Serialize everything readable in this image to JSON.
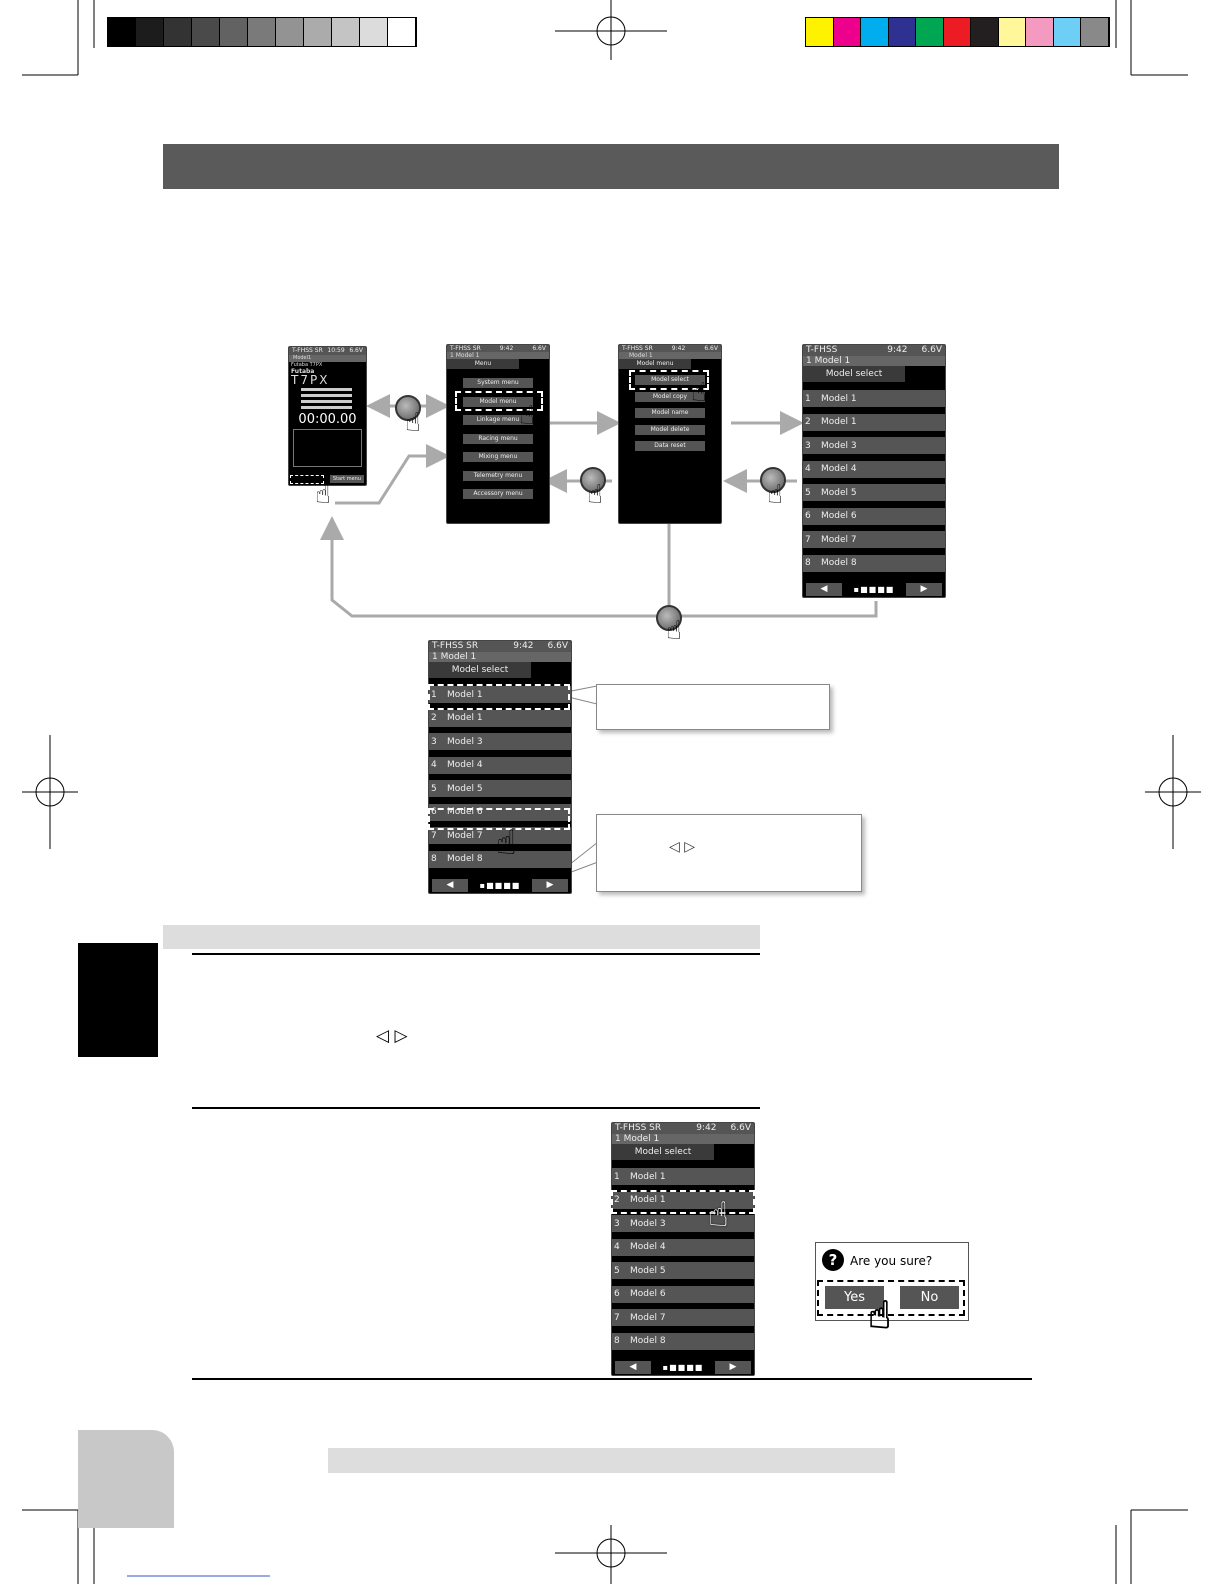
{
  "color_swatches": {
    "grays": [
      "#000000",
      "#1c1c1c",
      "#333333",
      "#4a4a4a",
      "#626262",
      "#7a7a7a",
      "#939393",
      "#ababab",
      "#c4c4c4",
      "#dcdcdc",
      "#ffffff"
    ],
    "colors": [
      "#fff200",
      "#ec008c",
      "#00aeef",
      "#2e3192",
      "#00a651",
      "#ed1c24",
      "#231f20",
      "#fff799",
      "#f49ac1",
      "#6dcff6",
      "#898989"
    ]
  },
  "screens": {
    "home": {
      "status_left": "T-FHSS SR",
      "status_mid": "10:59",
      "status_right": "6.6V",
      "model_label": "Model1",
      "brand": "Futaba T7PX",
      "brand2": "Futaba",
      "logo": "T7PX",
      "timer": "00:00.00",
      "start_menu": "Start menu"
    },
    "menu": {
      "status_left": "T-FHSS SR",
      "status_mid": "9:42",
      "status_right": "6.6V",
      "model_label": "1   Model 1",
      "title": "Menu",
      "items": [
        "System menu",
        "Model menu",
        "Linkage menu",
        "Racing menu",
        "Mixing menu",
        "Telemetry menu",
        "Accessory menu"
      ]
    },
    "model_menu": {
      "status_left": "T-FHSS SR",
      "status_mid": "9:42",
      "status_right": "6.6V",
      "model_label": "Model 1",
      "title": "Model menu",
      "items": [
        "Model select",
        "Model copy",
        "Model name",
        "Model delete",
        "Data reset"
      ]
    },
    "model_select_a": {
      "status_left": "T-FHSS",
      "status_mid": "9:42",
      "status_right": "6.6V",
      "model_label": "1   Model 1",
      "title": "Model select",
      "rows": [
        {
          "n": "1",
          "label": "Model 1"
        },
        {
          "n": "2",
          "label": "Model 1"
        },
        {
          "n": "3",
          "label": "Model 3"
        },
        {
          "n": "4",
          "label": "Model 4"
        },
        {
          "n": "5",
          "label": "Model 5"
        },
        {
          "n": "6",
          "label": "Model 6"
        },
        {
          "n": "7",
          "label": "Model 7"
        },
        {
          "n": "8",
          "label": "Model 8"
        }
      ],
      "prev": "◀",
      "next": "▶",
      "dots": "▪■■■■"
    },
    "model_select_b": {
      "status_left": "T-FHSS SR",
      "status_mid": "9:42",
      "status_right": "6.6V",
      "model_label": "1   Model 1",
      "title": "Model select",
      "rows": [
        {
          "n": "1",
          "label": "Model 1"
        },
        {
          "n": "2",
          "label": "Model 1"
        },
        {
          "n": "3",
          "label": "Model 3"
        },
        {
          "n": "4",
          "label": "Model 4"
        },
        {
          "n": "5",
          "label": "Model 5"
        },
        {
          "n": "6",
          "label": "Model 6"
        },
        {
          "n": "7",
          "label": "Model 7"
        },
        {
          "n": "8",
          "label": "Model 8"
        }
      ],
      "prev": "◀",
      "next": "▶",
      "dots": "▪■■■■"
    },
    "model_select_c": {
      "status_left": "T-FHSS SR",
      "status_mid": "9:42",
      "status_right": "6.6V",
      "model_label": "1   Model 1",
      "title": "Model select",
      "rows": [
        {
          "n": "1",
          "label": "Model 1"
        },
        {
          "n": "2",
          "label": "Model 1"
        },
        {
          "n": "3",
          "label": "Model 3"
        },
        {
          "n": "4",
          "label": "Model 4"
        },
        {
          "n": "5",
          "label": "Model 5"
        },
        {
          "n": "6",
          "label": "Model 6"
        },
        {
          "n": "7",
          "label": "Model 7"
        },
        {
          "n": "8",
          "label": "Model 8"
        }
      ],
      "prev": "◀",
      "next": "▶",
      "dots": "▪■■■■"
    }
  },
  "callout_arrows": "◁ ▷",
  "inline_arrows": "◁ ▷",
  "confirm": {
    "question": "Are you sure?",
    "yes": "Yes",
    "no": "No"
  }
}
